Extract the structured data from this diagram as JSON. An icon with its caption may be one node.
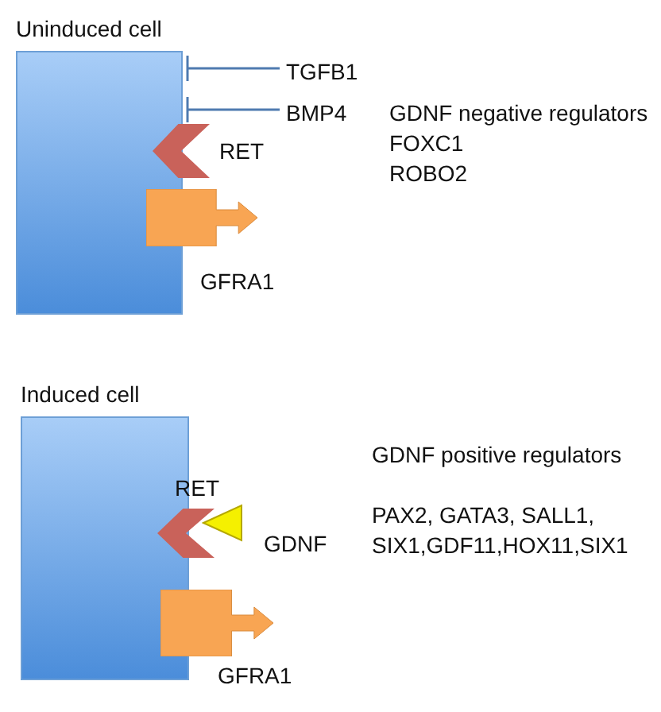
{
  "diagram": {
    "nodes": [
      {
        "text": [
          "Uninduced cell"
        ]
      },
      {
        "text": [
          "TGFB1"
        ]
      },
      {
        "text": [
          "BMP4"
        ]
      },
      {
        "text": [],
        "shape": "chevron",
        "beside": [
          "RET"
        ]
      },
      {
        "text": [],
        "shape": "arrow",
        "beside": [
          "GFRA1"
        ]
      },
      {
        "text": [
          "Induced cell"
        ]
      },
      {
        "text": [],
        "shape": "chevron",
        "beside": [
          "RET"
        ]
      },
      {
        "text": [],
        "shape": "triangle",
        "beside": [
          "GDNF"
        ]
      },
      {
        "text": [],
        "shape": "arrow",
        "beside": [
          "GFRA1"
        ]
      }
    ],
    "edges": [
      {
        "from": 1,
        "to": 0,
        "arrow": "other"
      },
      {
        "from": 2,
        "to": 0,
        "arrow": "other"
      }
    ],
    "labels": [
      "GDNF negative regulators",
      "FOXC1",
      "ROBO2",
      "GDNF positive regulators",
      "PAX2, GATA3, SALL1, SIX1,GDF11,HOX11,SIX1"
    ]
  }
}
